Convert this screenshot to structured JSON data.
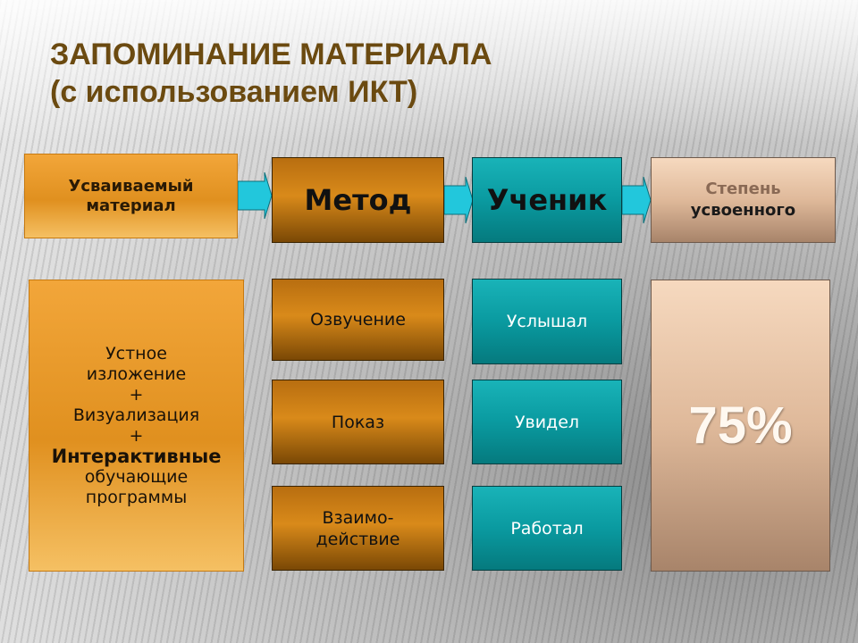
{
  "title": {
    "line1": "ЗАПОМИНАНИЕ МАТЕРИАЛА",
    "line2": "(с использованием ИКТ)"
  },
  "header": {
    "material": "Усваиваемый материал",
    "method": "Метод",
    "student": "Ученик",
    "degree_line1": "Степень",
    "degree_line2": "усвоенного"
  },
  "material_content": {
    "line1": "Устное",
    "line2": "изложение",
    "plus1": "+",
    "line3": "Визуализация",
    "plus2": "+",
    "line4": "Интерактивные",
    "line5": "обучающие",
    "line6": "программы"
  },
  "methods": [
    "Озвучение",
    "Показ",
    "Взаимо- действие"
  ],
  "student_actions": [
    "Услышал",
    "Увидел",
    "Работал"
  ],
  "percentage": "75%",
  "colors": {
    "title": "#6b4a10",
    "orange": "#e0901f",
    "brown": "#b86e10",
    "teal": "#0a9aa0",
    "tan": "#dfb99a",
    "arrow": "#22c7dc"
  }
}
